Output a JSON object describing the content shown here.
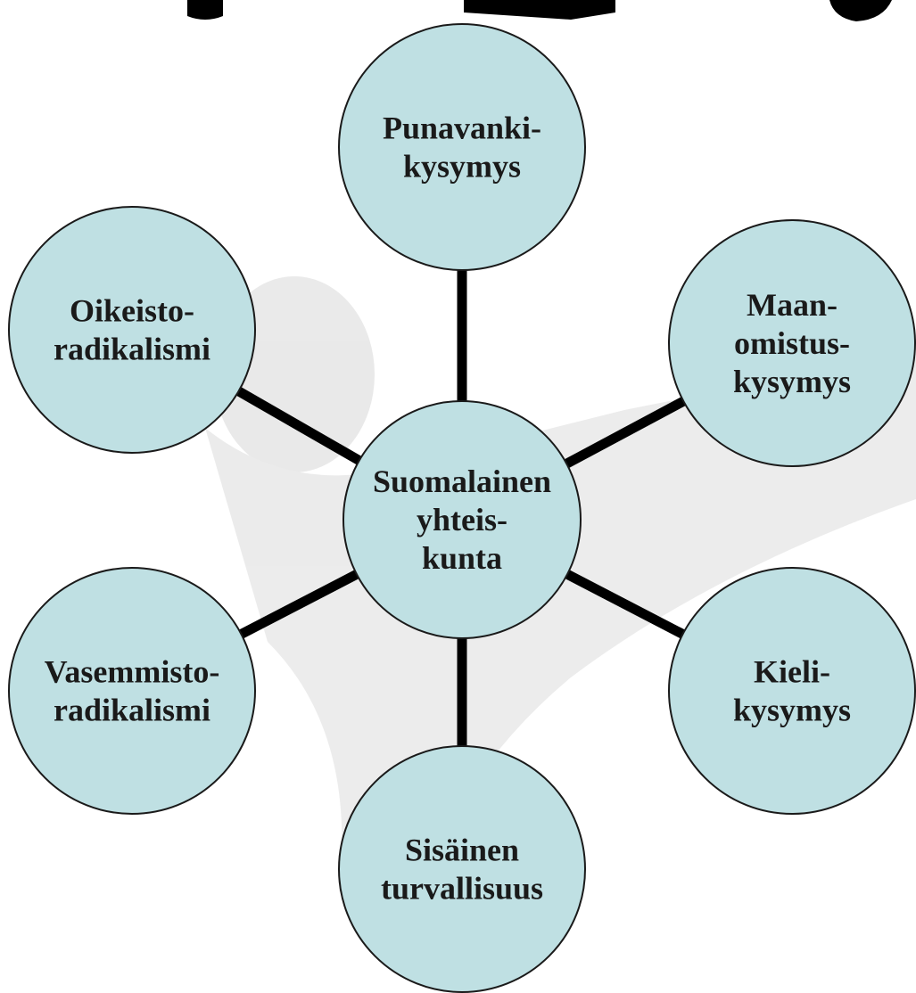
{
  "title_fragment": "...",
  "center": {
    "lines": [
      "Suomalainen",
      "yhteis-",
      "kunta"
    ]
  },
  "nodes": [
    {
      "id": "punavanki",
      "lines": [
        "Punavanki-",
        "kysymys"
      ]
    },
    {
      "id": "maanomistus",
      "lines": [
        "Maan-",
        "omistus-",
        "kysymys"
      ]
    },
    {
      "id": "kieli",
      "lines": [
        "Kieli-",
        "kysymys"
      ]
    },
    {
      "id": "sisainen",
      "lines": [
        "Sisäinen",
        "turvallisuus"
      ]
    },
    {
      "id": "vasemmisto",
      "lines": [
        "Vasemmisto-",
        "radikalismi"
      ]
    },
    {
      "id": "oikeisto",
      "lines": [
        "Oikeisto-",
        "radikalismi"
      ]
    }
  ],
  "colors": {
    "bubble_fill": "#bfe0e3",
    "bubble_stroke": "#1a1a1a",
    "connector": "#000000",
    "text": "#1a1a1a"
  }
}
